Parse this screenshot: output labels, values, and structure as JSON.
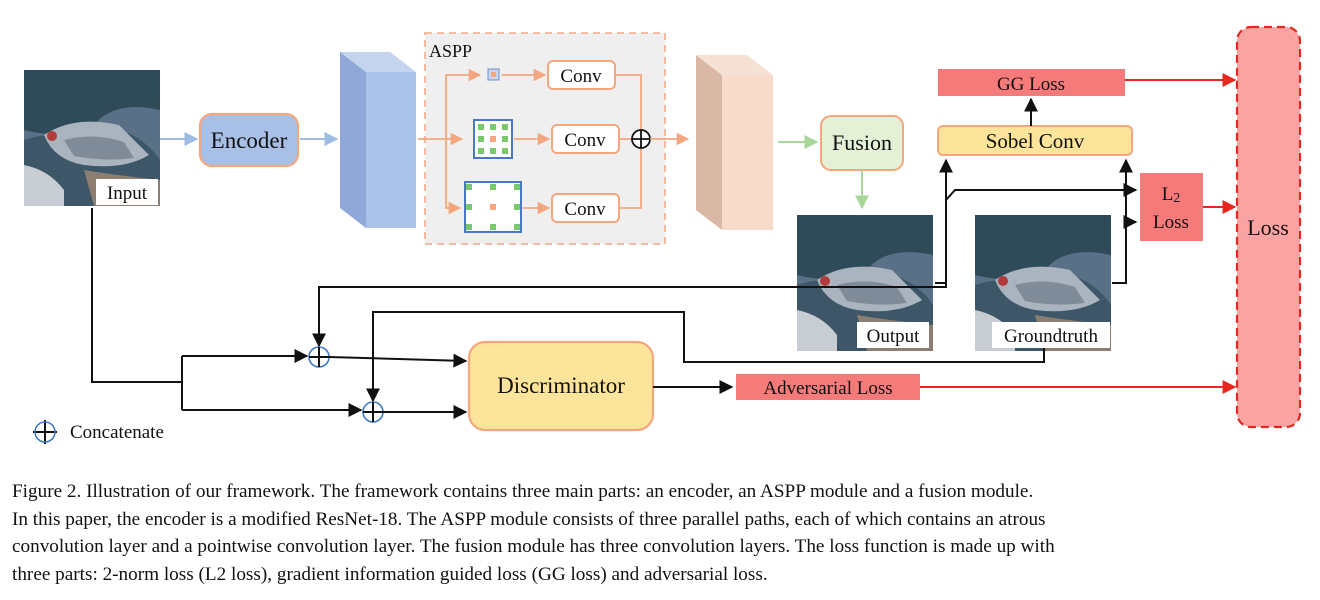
{
  "figure": {
    "input_label": "Input",
    "encoder_label": "Encoder",
    "aspp_label": "ASPP",
    "conv_labels": [
      "Conv",
      "Conv",
      "Conv"
    ],
    "fusion_label": "Fusion",
    "output_label": "Output",
    "groundtruth_label": "Groundtruth",
    "gg_loss_label": "GG Loss",
    "sobel_label": "Sobel Conv",
    "l2_loss_main": "L",
    "l2_loss_sub": "2",
    "l2_loss_word": "Loss",
    "loss_label": "Loss",
    "discriminator_label": "Discriminator",
    "adversarial_label": "Adversarial Loss",
    "legend_label": "Concatenate",
    "colors": {
      "encoder_fill": "#a9c0e6",
      "orange_stroke": "#f4a77f",
      "loss_red": "#f57b7b",
      "loss_fill": "#f9a3a3",
      "yellow_fill": "#fde49b",
      "green_fill": "#e4f1d6",
      "arrow_red": "#e8281e"
    }
  },
  "caption": {
    "lines": [
      "Figure 2. Illustration of our framework.  The framework contains three main parts: an encoder, an ASPP module and a fusion module.",
      "In this paper, the encoder is a modified ResNet-18.  The ASPP module consists of three parallel paths, each of which contains an atrous",
      "convolution layer and a pointwise convolution layer. The fusion module has three convolution layers.  The loss function is made up with",
      "three parts: 2-norm loss (L2 loss), gradient information guided loss (GG loss) and adversarial loss."
    ]
  }
}
